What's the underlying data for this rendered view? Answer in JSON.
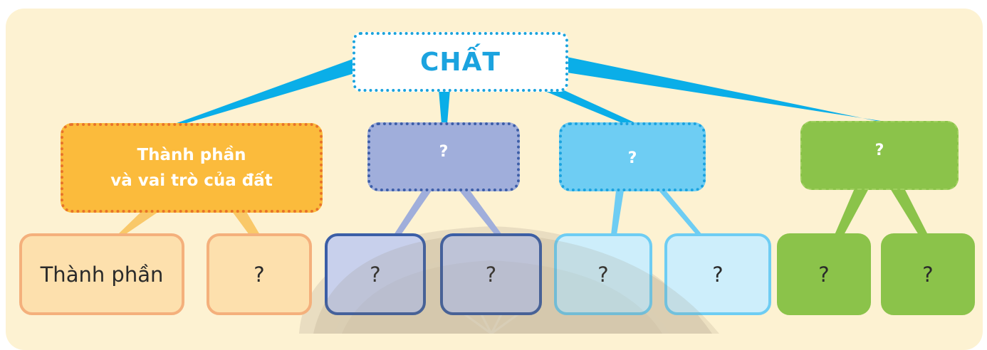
{
  "diagram": {
    "root": {
      "label": "CHẤT",
      "color": "#1ba3df"
    },
    "categories": [
      {
        "label_line1": "Thành phần",
        "label_line2": "và vai trò của đất",
        "fill": "#fbbb3c",
        "border": "#e8732a",
        "children": [
          {
            "label": "Thành phần"
          },
          {
            "label": "?"
          }
        ]
      },
      {
        "label": "?",
        "fill": "#a0aedb",
        "border": "#3d5ea8",
        "children": [
          {
            "label": "?"
          },
          {
            "label": "?"
          }
        ]
      },
      {
        "label": "?",
        "fill": "#6ecdf3",
        "border": "#1ba3df",
        "children": [
          {
            "label": "?"
          },
          {
            "label": "?"
          }
        ]
      },
      {
        "label": "?",
        "fill": "#8bc34a",
        "border": "#8bc34a",
        "children": [
          {
            "label": "?"
          },
          {
            "label": "?"
          }
        ]
      }
    ]
  },
  "colors": {
    "background": "#fdf2d2",
    "connector_root": "#0aaee8"
  }
}
